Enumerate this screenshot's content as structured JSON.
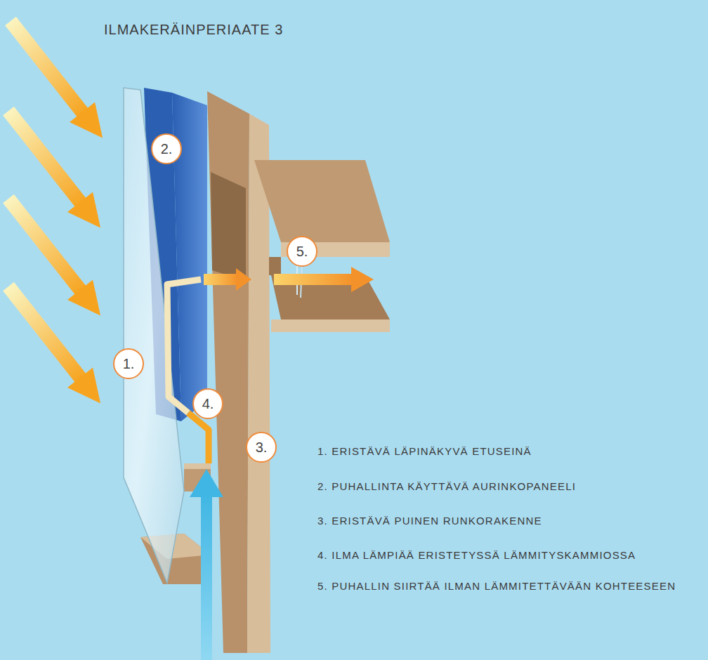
{
  "diagram": {
    "title": "ILMAKERÄINPERIAATE 3",
    "nodes": [
      {
        "text": [
          "2."
        ]
      },
      {
        "text": [
          "5."
        ]
      },
      {
        "text": [
          "1."
        ]
      },
      {
        "text": [
          "4."
        ]
      },
      {
        "text": [
          "3."
        ]
      }
    ],
    "labels": [
      "1. ERISTÄVÄ LÄPINÄKYVÄ ETUSEINÄ",
      "2. PUHALLINTA KÄYTTÄVÄ AURINKOPANEELI",
      "3. ERISTÄVÄ PUINEN RUNKORAKENNE",
      "4. ILMA LÄMPIÄÄ ERISTETYSSÄ LÄMMITYSKAMMIOSSA",
      "5. PUHALLIN SIIRTÄÄ ILMAN LÄMMITETTÄVÄÄN KOHTEESEEN"
    ]
  }
}
